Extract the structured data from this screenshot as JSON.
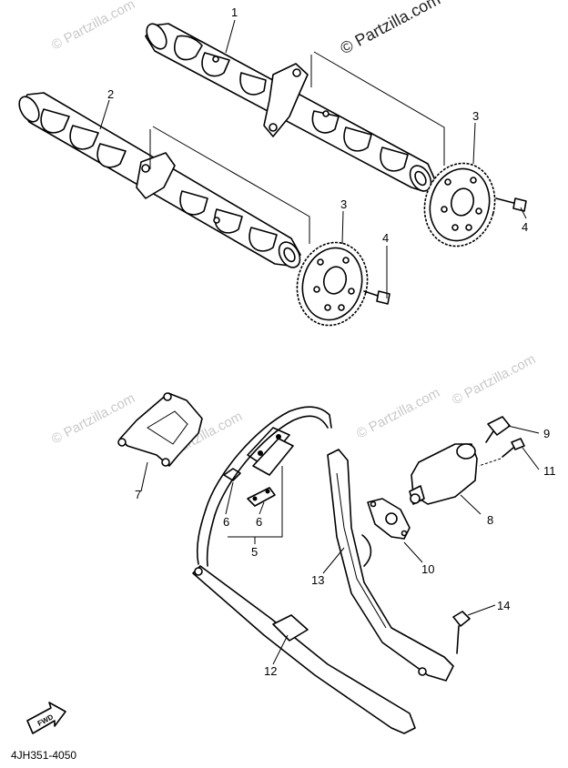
{
  "watermarks": {
    "brand": "© Partzilla.com",
    "brand_top_right": "© Partzilla.com"
  },
  "diagram_code": "4JH351-4050",
  "fwd_label": "FWD",
  "callouts": [
    {
      "id": "1",
      "label": "1"
    },
    {
      "id": "2",
      "label": "2"
    },
    {
      "id": "3a",
      "label": "3"
    },
    {
      "id": "3b",
      "label": "3"
    },
    {
      "id": "4a",
      "label": "4"
    },
    {
      "id": "4b",
      "label": "4"
    },
    {
      "id": "5",
      "label": "5"
    },
    {
      "id": "6a",
      "label": "6"
    },
    {
      "id": "6b",
      "label": "6"
    },
    {
      "id": "7",
      "label": "7"
    },
    {
      "id": "8",
      "label": "8"
    },
    {
      "id": "9",
      "label": "9"
    },
    {
      "id": "10",
      "label": "10"
    },
    {
      "id": "11",
      "label": "11"
    },
    {
      "id": "12",
      "label": "12"
    },
    {
      "id": "13",
      "label": "13"
    },
    {
      "id": "14",
      "label": "14"
    }
  ]
}
